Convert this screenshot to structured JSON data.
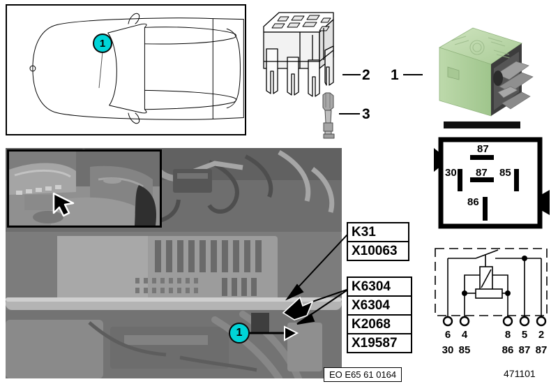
{
  "document": {
    "caption": "EO E65 61 0164",
    "doc_number": "471101",
    "title": "Relay location diagram"
  },
  "vehicle_panel": {
    "callout_number": "1",
    "view": "top-view car outline"
  },
  "parts": [
    {
      "number": "1",
      "name": "relay",
      "color": "#b9d8a8"
    },
    {
      "number": "2",
      "name": "relay-socket-holder"
    },
    {
      "number": "3",
      "name": "contact-pin-terminal"
    }
  ],
  "part_labels": {
    "one": "1",
    "two": "2",
    "three": "3"
  },
  "photo": {
    "callout_number": "1",
    "inset_name": "vehicle-interior-footwell",
    "main_name": "engine-bay-fuse-relay-box"
  },
  "label_boxes": [
    {
      "name": "k31-box",
      "lines": [
        "K31",
        "X10063"
      ]
    },
    {
      "name": "k6304-box",
      "lines": [
        "K6304",
        "X6304",
        "K2068",
        "X19587"
      ]
    }
  ],
  "labels_flat": {
    "k31": "K31",
    "x10063": "X10063",
    "k6304": "K6304",
    "x6304": "X6304",
    "k2068": "K2068",
    "x19587": "X19587"
  },
  "pin_layout": {
    "title": "relay terminal footprint",
    "terminals": [
      {
        "id": "87-top",
        "label": "87",
        "orientation": "horizontal"
      },
      {
        "id": "30",
        "label": "30",
        "orientation": "vertical"
      },
      {
        "id": "87-mid",
        "label": "87",
        "orientation": "horizontal"
      },
      {
        "id": "85",
        "label": "85",
        "orientation": "vertical"
      },
      {
        "id": "86",
        "label": "86",
        "orientation": "vertical"
      }
    ]
  },
  "schematic": {
    "title": "relay internal circuit",
    "pins": [
      {
        "pin": "6",
        "terminal": "30"
      },
      {
        "pin": "4",
        "terminal": "85"
      },
      {
        "pin": "8",
        "terminal": "86"
      },
      {
        "pin": "5",
        "terminal": "87"
      },
      {
        "pin": "2",
        "terminal": "87"
      }
    ],
    "components": [
      "coil",
      "resistor",
      "switch-contact"
    ]
  },
  "colors": {
    "callout_fill": "#00d4d8",
    "relay_body": "#b9d8a8",
    "photo_bg": "#7e7e7e",
    "line": "#000000"
  }
}
